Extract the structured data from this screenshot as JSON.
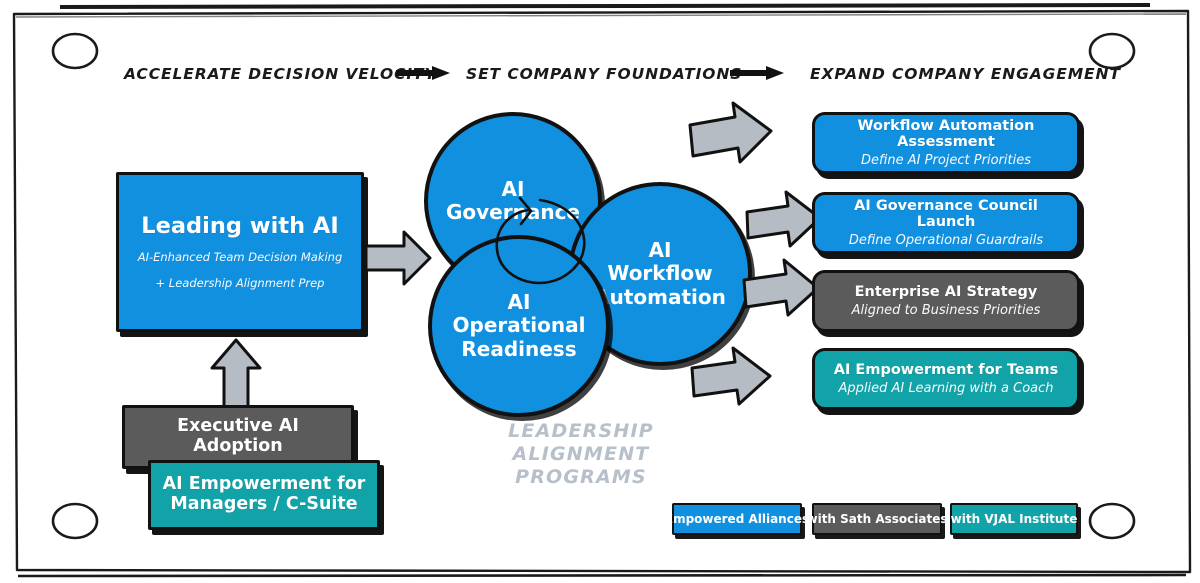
{
  "colors": {
    "blue": "#1190e0",
    "gray": "#5b5b5b",
    "teal": "#11a3a8",
    "arrow_gray": "#b6bcc4",
    "ink": "#111111",
    "watermark": "#b7c0ca",
    "page": "#ffffff"
  },
  "stages": [
    {
      "label": "ACCELERATE DECISION VELOCITY"
    },
    {
      "label": "SET COMPANY FOUNDATIONS"
    },
    {
      "label": "EXPAND COMPANY ENGAGEMENT"
    }
  ],
  "hero": {
    "title": "Leading with AI",
    "subtitle": "AI-Enhanced Team Decision Making\n+ Leadership Alignment Prep",
    "subtitle_line1": "AI-Enhanced Team Decision Making",
    "subtitle_line2": "+ Leadership Alignment Prep",
    "color": "#1190e0"
  },
  "circles": [
    {
      "name": "ai-governance",
      "label": "AI\nGovernance",
      "color": "#1190e0"
    },
    {
      "name": "ai-workflow-automation",
      "label": "AI\nWorkflow\nAutomation",
      "color": "#1190e0"
    },
    {
      "name": "ai-operational-readiness",
      "label": "AI\nOperational\nReadiness",
      "color": "#1190e0"
    }
  ],
  "cluster_caption": "LEADERSHIP ALIGNMENT\nPROGRAMS",
  "outcomes": [
    {
      "title": "Workflow Automation Assessment",
      "subtitle": "Define AI Project Priorities",
      "color": "#1190e0"
    },
    {
      "title": "AI Governance Council Launch",
      "subtitle": "Define Operational Guardrails",
      "color": "#1190e0"
    },
    {
      "title": "Enterprise AI Strategy",
      "subtitle": "Aligned to Business Priorities",
      "color": "#5b5b5b"
    },
    {
      "title": "AI Empowerment for Teams",
      "subtitle": "Applied AI Learning with a Coach",
      "color": "#11a3a8"
    }
  ],
  "bottom_left": [
    {
      "title": "Executive AI Adoption",
      "color": "#5b5b5b"
    },
    {
      "title": "AI Empowerment for\nManagers / C-Suite",
      "line1": "AI Empowerment for",
      "line2": "Managers / C-Suite",
      "color": "#11a3a8"
    }
  ],
  "footer_badges": [
    {
      "label": "Empowered Alliances",
      "color": "#1190e0"
    },
    {
      "label": "with Sath Associates",
      "color": "#5b5b5b"
    },
    {
      "label": "with VJAL Institute",
      "color": "#11a3a8"
    }
  ],
  "decorations": {
    "corner_holes": 4,
    "stage_connector_arrows": 2
  }
}
